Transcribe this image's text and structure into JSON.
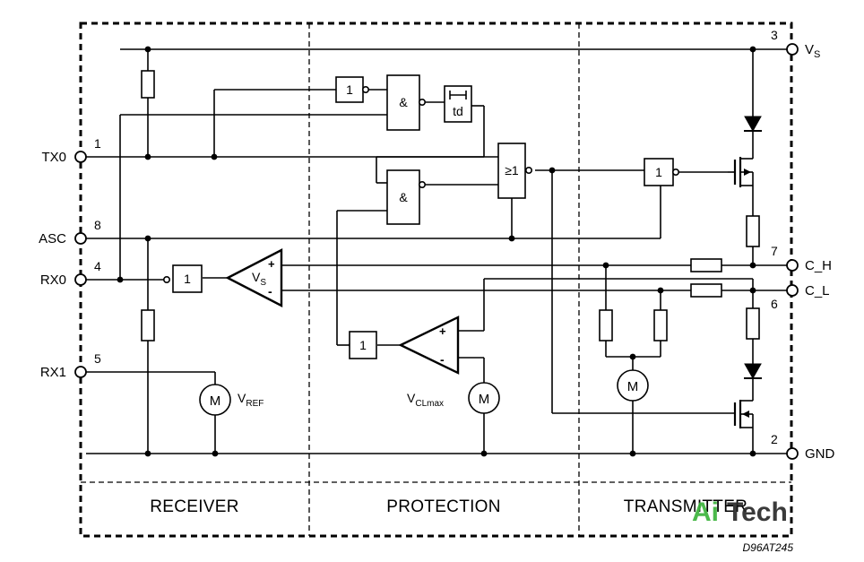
{
  "pins": {
    "tx0": {
      "label": "TX0",
      "number": "1"
    },
    "asc": {
      "label": "ASC",
      "number": "8"
    },
    "rx0": {
      "label": "RX0",
      "number": "4"
    },
    "rx1": {
      "label": "RX1",
      "number": "5"
    },
    "vs": {
      "label": "V",
      "sub": "S",
      "number": "3"
    },
    "c_h": {
      "label": "C_H",
      "number": "7"
    },
    "c_l": {
      "label": "C_L",
      "number": "6"
    },
    "gnd": {
      "label": "GND",
      "number": "2"
    }
  },
  "gates": {
    "inv1": "1",
    "and1": "&",
    "timer": "td",
    "or1": "≥1",
    "and2": "&",
    "tx_buf": "1",
    "rx_buf": "1",
    "prot_buf": "1"
  },
  "comparators": {
    "receiver": {
      "label": "V",
      "sub": "S",
      "plus": "+",
      "minus": "-"
    },
    "protection": {
      "plus": "+",
      "minus": "-"
    }
  },
  "sources": {
    "vref": {
      "symbol": "M",
      "label": "V",
      "sub": "REF"
    },
    "vclmax": {
      "symbol": "M",
      "label": "V",
      "sub": "CLmax"
    },
    "transmitter": {
      "symbol": "M"
    }
  },
  "sections": {
    "receiver": "RECEIVER",
    "protection": "PROTECTION",
    "transmitter": "TRANSMITTER"
  },
  "figure_ref": "D96AT245",
  "watermark": {
    "part1": "Ai",
    "part2": "Tech",
    "color1": "#3cb43c",
    "color2": "#2a2a2a"
  }
}
